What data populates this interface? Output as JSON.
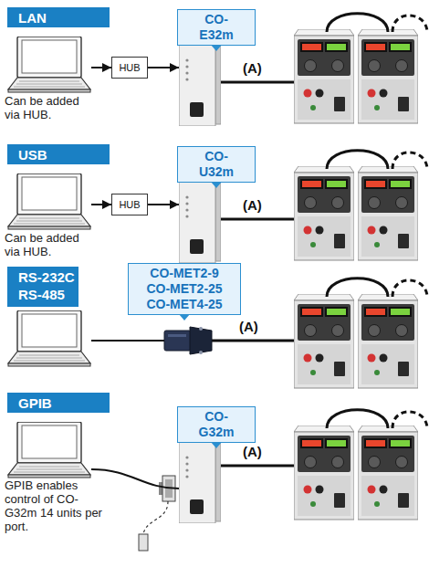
{
  "diagram": {
    "nodes": [
      {
        "text": [
          "LAN"
        ]
      },
      {
        "text": [
          "Can be added via HUB."
        ]
      },
      {
        "text": [
          "HUB"
        ]
      },
      {
        "text": [
          "CO-E32m"
        ]
      },
      {
        "text": [
          "USB"
        ]
      },
      {
        "text": [
          "Can be added via HUB."
        ]
      },
      {
        "text": [
          "HUB"
        ]
      },
      {
        "text": [
          "CO-U32m"
        ]
      },
      {
        "text": [
          "RS-232C RS-485"
        ]
      },
      {
        "text": [
          "CO-MET2-9 CO-MET2-25 CO-MET4-25"
        ]
      },
      {
        "text": [
          "GPIB"
        ]
      },
      {
        "text": [
          "GPIB enables control of CO-G32m 14 units per port."
        ]
      },
      {
        "text": [
          "CO-G32m"
        ]
      }
    ],
    "edges": [
      {
        "from": 1,
        "to": 2,
        "arrow": "to"
      },
      {
        "from": 2,
        "to": 3,
        "arrow": "to"
      },
      {
        "from": 5,
        "to": 6,
        "arrow": "to"
      },
      {
        "from": 6,
        "to": 7,
        "arrow": "to"
      },
      {
        "from": 11,
        "to": 12,
        "arrow": "none"
      }
    ],
    "labels": [
      "(A)",
      "(A)",
      "(A)",
      "(A)"
    ]
  }
}
